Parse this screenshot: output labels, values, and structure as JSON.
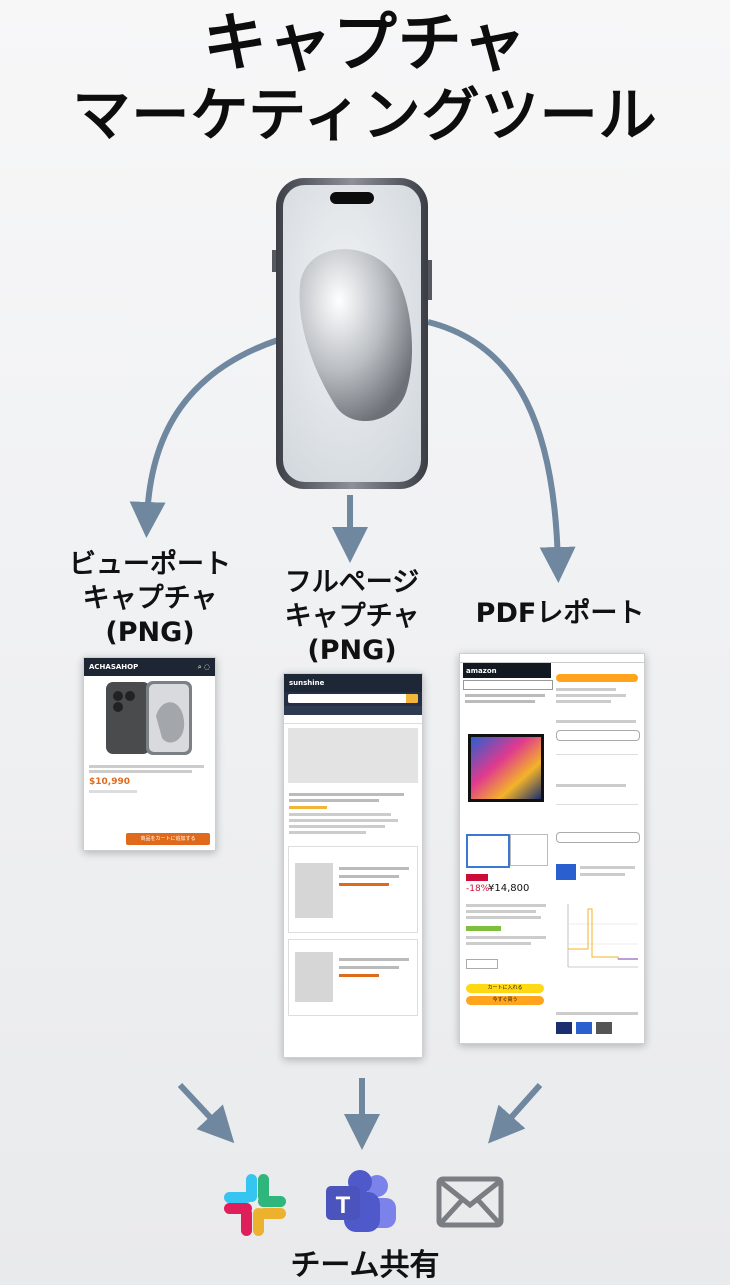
{
  "title": {
    "line1": "キャプチャ",
    "line2": "マーケティングツール"
  },
  "outputs": [
    {
      "label_lines": [
        "ビューポート",
        "キャプチャ",
        "(PNG)"
      ]
    },
    {
      "label_lines": [
        "フルページ",
        "キャプチャ",
        "(PNG)"
      ]
    },
    {
      "label_lines": [
        "PDFレポート"
      ]
    }
  ],
  "viewport_thumb": {
    "logo": "ACHASAHOP",
    "price": "$10,990",
    "button": "商品をカートに追加する"
  },
  "full_page_thumb": {
    "logo": "sunshine"
  },
  "pdf_thumb": {
    "logo": "amazon",
    "discount": "-18%",
    "price": "¥14,800",
    "add_to_cart": "カートに入れる",
    "buy_now": "今すぐ買う"
  },
  "share": {
    "label": "チーム共有",
    "apps": [
      "slack-icon",
      "teams-icon",
      "mail-icon"
    ]
  },
  "colors": {
    "arrow": "#6f879f",
    "orange": "#e06a1b",
    "amazon_yellow": "#ffd814",
    "teams_purple": "#5059c9",
    "mail_gray": "#7a7d82"
  }
}
